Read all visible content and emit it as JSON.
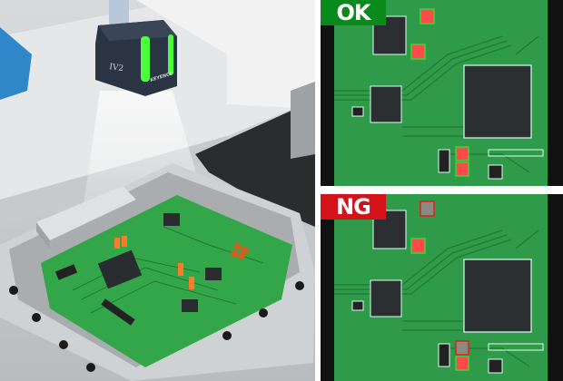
{
  "scene": {
    "sensor_model_label": "IV2",
    "sensor_brand_logo": "KEYENCE"
  },
  "panels": [
    {
      "status": "OK",
      "status_color": "#0a8a1c"
    },
    {
      "status": "NG",
      "status_color": "#d4121a"
    }
  ],
  "colors": {
    "pcb": "#2f9a4a",
    "ok_box": "#3ad43a",
    "ng_box": "#e02020"
  }
}
